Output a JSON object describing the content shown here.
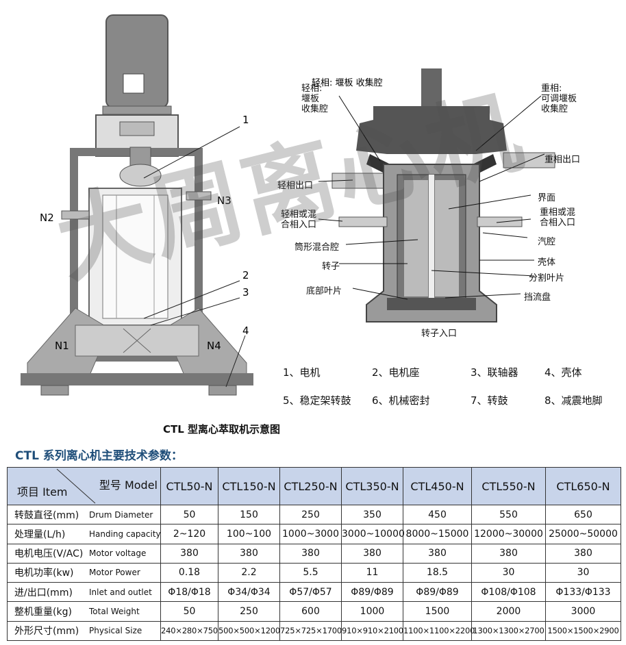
{
  "left_diagram": {
    "labels": {
      "n1": "N1",
      "n2": "N2",
      "n3": "N3",
      "n4": "N4",
      "c1": "1",
      "c2": "2",
      "c3": "3",
      "c4": "4"
    }
  },
  "right_diagram": {
    "labels": {
      "light_collect": "轻相:\n堰板\n收集腔",
      "heavy_collect": "重相:\n可调堰板\n收集腔",
      "heavy_outlet": "重相出口",
      "light_outlet": "轻相出口",
      "interface": "界面",
      "light_mix_inlet": "轻相或混\n合相入口",
      "heavy_mix_inlet": "重相或混\n合相入口",
      "annular_chamber": "筒形混合腔",
      "vapor_chamber": "汽腔",
      "rotor": "转子",
      "shell": "壳体",
      "split_blade": "分割叶片",
      "bottom_blade": "底部叶片",
      "baffle_plate": "挡流盘",
      "rotor_inlet": "转子入口"
    }
  },
  "watermark": "大周离心机",
  "legend": [
    "1、电机",
    "2、电机座",
    "3、联轴器",
    "4、壳体",
    "5、稳定架转鼓",
    "6、机械密封",
    "7、转鼓",
    "8、减震地脚"
  ],
  "figure_title": "CTL 型离心萃取机示意图",
  "section_title": "CTL 系列离心机主要技术参数：",
  "table": {
    "corner_item": "项目 Item",
    "corner_model": "型号 Model",
    "models": [
      "CTL50-N",
      "CTL150-N",
      "CTL250-N",
      "CTL350-N",
      "CTL450-N",
      "CTL550-N",
      "CTL650-N"
    ],
    "rows": [
      {
        "cn": "转鼓直径(mm)",
        "en": "Drum Diameter",
        "values": [
          "50",
          "150",
          "250",
          "350",
          "450",
          "550",
          "650"
        ]
      },
      {
        "cn": "处理量(L/h)",
        "en": "Handing capacity",
        "values": [
          "2~120",
          "100~100",
          "1000~3000",
          "3000~10000",
          "8000~15000",
          "12000~30000",
          "25000~50000"
        ]
      },
      {
        "cn": "电机电压(V/AC)",
        "en": "Motor voltage",
        "values": [
          "380",
          "380",
          "380",
          "380",
          "380",
          "380",
          "380"
        ]
      },
      {
        "cn": "电机功率(kw)",
        "en": "Motor Power",
        "values": [
          "0.18",
          "2.2",
          "5.5",
          "11",
          "18.5",
          "30",
          "30"
        ]
      },
      {
        "cn": "进/出口(mm)",
        "en": "Inlet and outlet",
        "values": [
          "Φ18/Φ18",
          "Φ34/Φ34",
          "Φ57/Φ57",
          "Φ89/Φ89",
          "Φ89/Φ89",
          "Φ108/Φ108",
          "Φ133/Φ133"
        ]
      },
      {
        "cn": "整机重量(kg)",
        "en": "Total Weight",
        "values": [
          "50",
          "250",
          "600",
          "1000",
          "1500",
          "2000",
          "3000"
        ]
      },
      {
        "cn": "外形尺寸(mm)",
        "en": "Physical Size",
        "values": [
          "240×280×750",
          "500×500×1200",
          "725×725×1700",
          "910×910×2100",
          "1100×1100×2200",
          "1300×1300×2700",
          "1500×1500×2900"
        ]
      }
    ]
  }
}
